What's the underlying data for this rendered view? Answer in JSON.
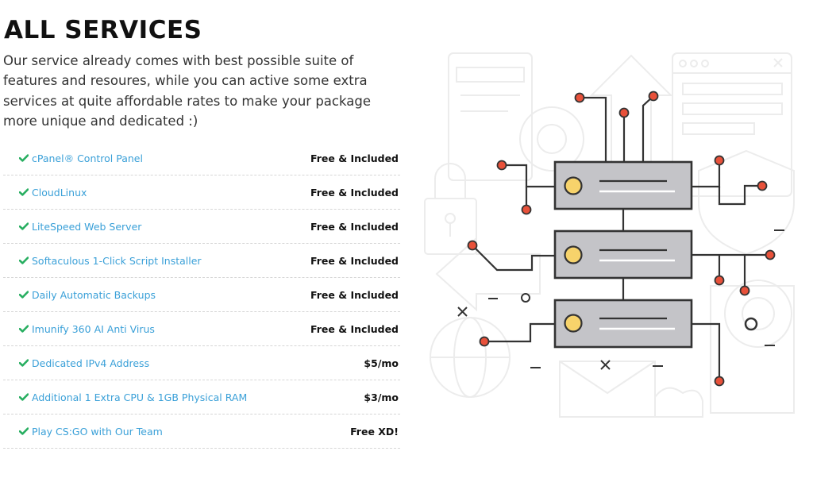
{
  "heading": "ALL SERVICES",
  "intro": "Our service already comes with best possible suite of features and resoures, while you can active some extra services at quite affordable rates to make your package more unique and dedicated :)",
  "services": [
    {
      "name": "cPanel® Control Panel",
      "price": "Free & Included"
    },
    {
      "name": "CloudLinux",
      "price": "Free & Included"
    },
    {
      "name": "LiteSpeed Web Server",
      "price": "Free & Included"
    },
    {
      "name": "Softaculous 1-Click Script Installer",
      "price": "Free & Included"
    },
    {
      "name": "Daily Automatic Backups",
      "price": "Free & Included"
    },
    {
      "name": "Imunify 360 AI Anti Virus",
      "price": "Free & Included"
    },
    {
      "name": "Dedicated IPv4 Address",
      "price": "$5/mo"
    },
    {
      "name": "Additional 1 Extra CPU & 1GB Physical RAM",
      "price": "$3/mo"
    },
    {
      "name": "Play CS:GO with Our Team",
      "price": "Free XD!"
    }
  ],
  "colors": {
    "check": "#27ae60",
    "link": "#3aa0d8",
    "accent_dot": "#e8513a",
    "server": "#c4c4c8",
    "led": "#f7d36b"
  },
  "icons": {
    "check": "check-icon",
    "illustration": "server-rack-illustration"
  }
}
